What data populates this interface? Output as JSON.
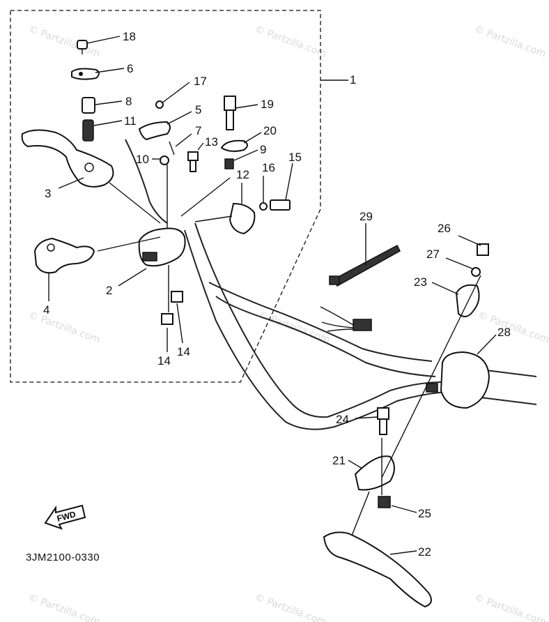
{
  "diagram": {
    "diagram_code": "3JM2100-0330",
    "fwd_label": "FWD",
    "watermarks": [
      "© Partzilla.com",
      "© Partzilla.com",
      "© Partzilla.com",
      "© Partzilla.com",
      "© Partzilla.com",
      "© Partzilla.com",
      "© Partzilla.com",
      "© Partzilla.com",
      "© Partzilla.com"
    ],
    "callouts": [
      {
        "id": "18",
        "label": "18"
      },
      {
        "id": "6",
        "label": "6"
      },
      {
        "id": "8",
        "label": "8"
      },
      {
        "id": "11",
        "label": "11"
      },
      {
        "id": "3",
        "label": "3"
      },
      {
        "id": "17",
        "label": "17"
      },
      {
        "id": "5",
        "label": "5"
      },
      {
        "id": "7",
        "label": "7"
      },
      {
        "id": "10",
        "label": "10"
      },
      {
        "id": "13",
        "label": "13"
      },
      {
        "id": "19",
        "label": "19"
      },
      {
        "id": "20",
        "label": "20"
      },
      {
        "id": "9",
        "label": "9"
      },
      {
        "id": "12",
        "label": "12"
      },
      {
        "id": "16",
        "label": "16"
      },
      {
        "id": "15",
        "label": "15"
      },
      {
        "id": "1",
        "label": "1"
      },
      {
        "id": "4",
        "label": "4"
      },
      {
        "id": "2",
        "label": "2"
      },
      {
        "id": "14a",
        "label": "14"
      },
      {
        "id": "14b",
        "label": "14"
      },
      {
        "id": "29",
        "label": "29"
      },
      {
        "id": "26",
        "label": "26"
      },
      {
        "id": "27",
        "label": "27"
      },
      {
        "id": "23",
        "label": "23"
      },
      {
        "id": "28",
        "label": "28"
      },
      {
        "id": "24",
        "label": "24"
      },
      {
        "id": "21",
        "label": "21"
      },
      {
        "id": "25",
        "label": "25"
      },
      {
        "id": "22",
        "label": "22"
      }
    ]
  }
}
